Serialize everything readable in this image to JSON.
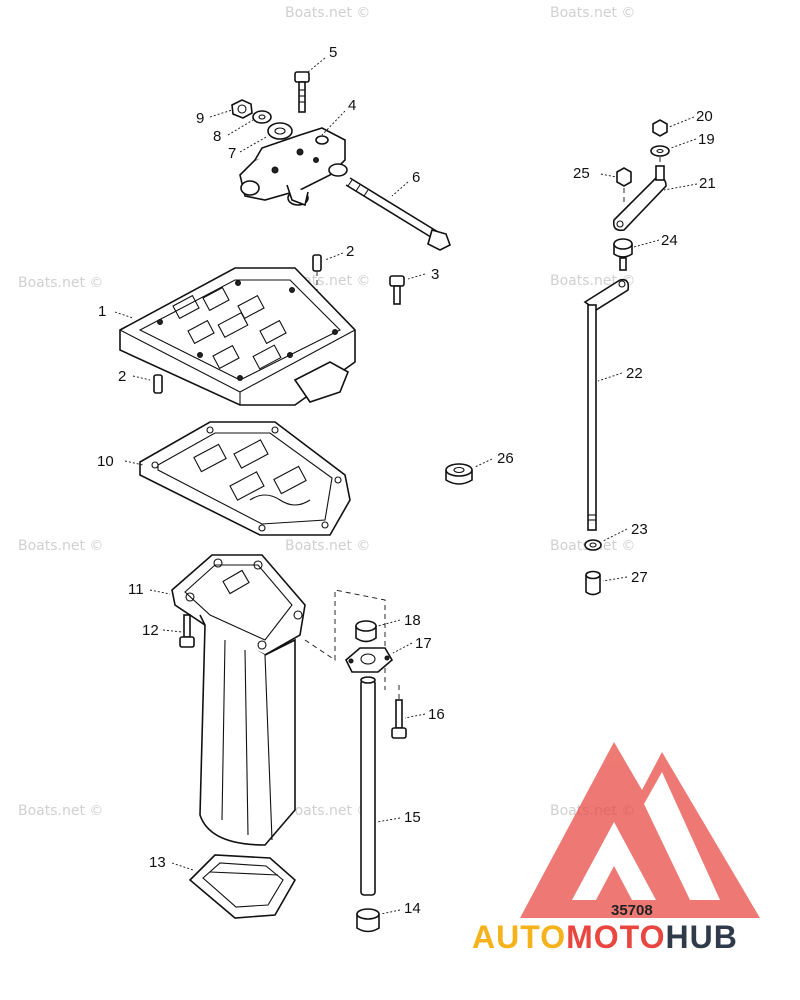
{
  "watermark": "Boats.net ©",
  "figure_number": "35708",
  "brand": {
    "part1": "AUTO",
    "part2": "MOTO",
    "part3": "HUB",
    "color1": "#f5b21a",
    "color2": "#e8463f",
    "color3": "#2f3b4a",
    "logo_color": "#e8463f"
  },
  "callouts": [
    {
      "n": "1"
    },
    {
      "n": "2"
    },
    {
      "n": "2"
    },
    {
      "n": "3"
    },
    {
      "n": "4"
    },
    {
      "n": "5"
    },
    {
      "n": "6"
    },
    {
      "n": "7"
    },
    {
      "n": "8"
    },
    {
      "n": "9"
    },
    {
      "n": "10"
    },
    {
      "n": "11"
    },
    {
      "n": "12"
    },
    {
      "n": "13"
    },
    {
      "n": "14"
    },
    {
      "n": "15"
    },
    {
      "n": "16"
    },
    {
      "n": "17"
    },
    {
      "n": "18"
    },
    {
      "n": "19"
    },
    {
      "n": "20"
    },
    {
      "n": "21"
    },
    {
      "n": "22"
    },
    {
      "n": "23"
    },
    {
      "n": "24"
    },
    {
      "n": "25"
    },
    {
      "n": "26"
    },
    {
      "n": "27"
    }
  ]
}
